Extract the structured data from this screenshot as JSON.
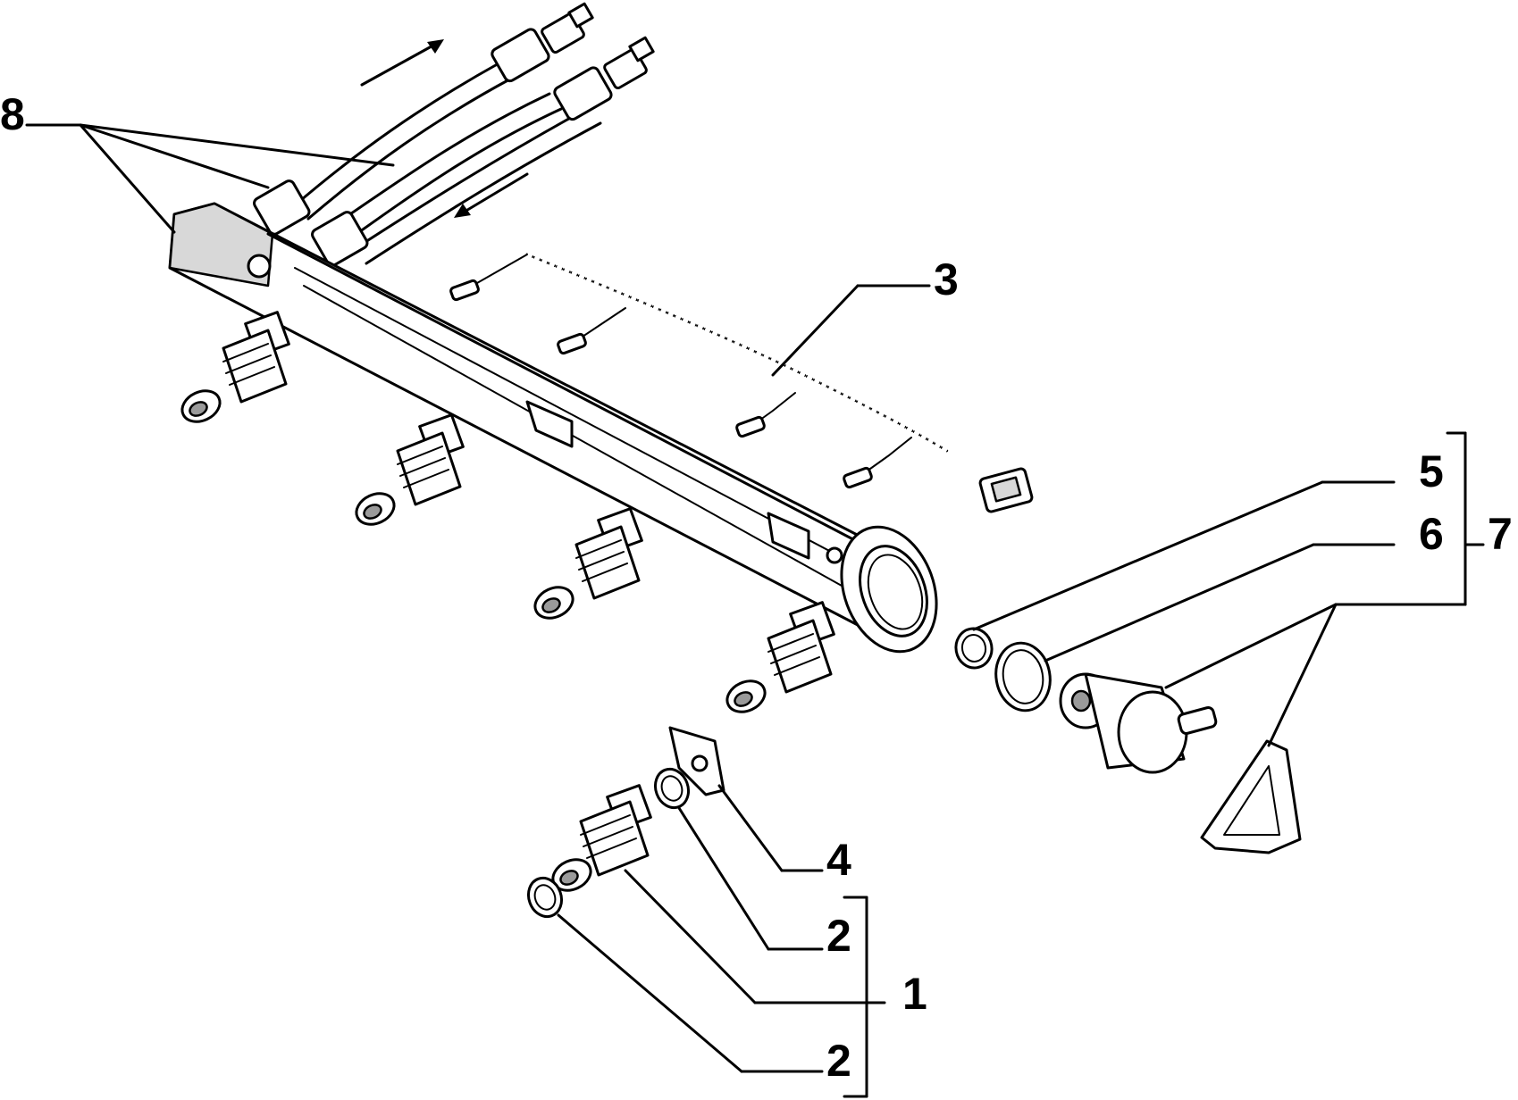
{
  "callouts": {
    "c8": "8",
    "c3": "3",
    "c5": "5",
    "c6": "6",
    "c7": "7",
    "c4": "4",
    "c2a": "2",
    "c1": "1",
    "c2b": "2"
  },
  "colors": {
    "ink": "#000000",
    "paper": "#ffffff",
    "shade": "#d8d8d8"
  }
}
